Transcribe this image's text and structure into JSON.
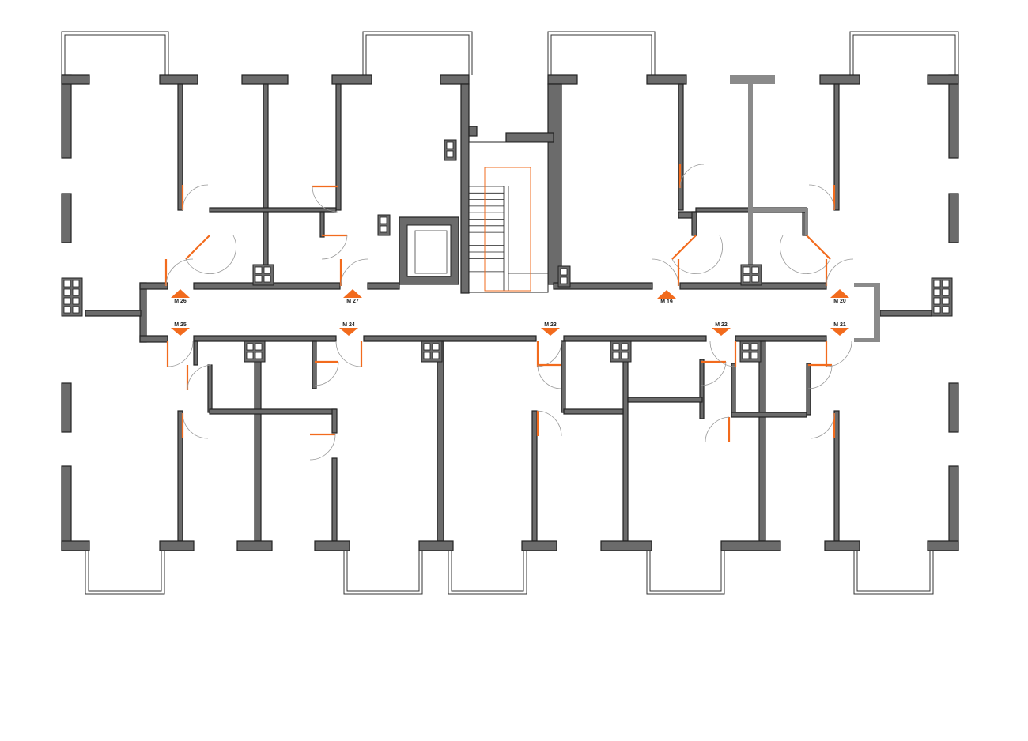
{
  "plan": {
    "type": "floor-plan",
    "colors": {
      "wall": "#6b6b6b",
      "door": "#f26b1d",
      "marker": "#f26b1d"
    },
    "apartment_markers_top": [
      "M 26",
      "M 27",
      "M 19",
      "M 20"
    ],
    "apartment_markers_bottom": [
      "M 25",
      "M 24",
      "M 23",
      "M 22",
      "M 21"
    ]
  }
}
